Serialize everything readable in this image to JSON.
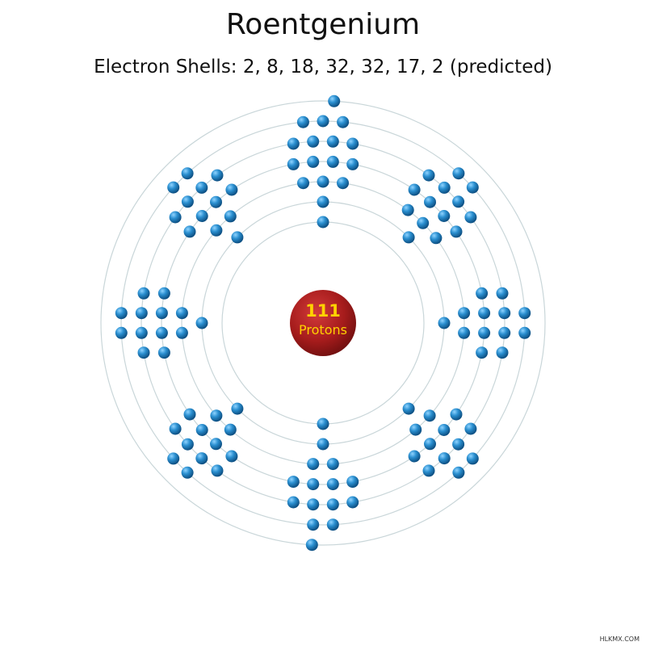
{
  "element": {
    "name": "Roentgenium",
    "shells_text": "Electron Shells: 2, 8, 18, 32, 32, 17, 2 (predicted)",
    "protons": "111",
    "protons_label": "Protons"
  },
  "electron_shells": [
    2,
    8,
    18,
    32,
    32,
    17,
    2
  ],
  "colors": {
    "electron": "#1f77b4",
    "nucleus": "#a61c1c",
    "proton_number": "#ffd200",
    "proton_label": "#ffd200",
    "orbit": "#c9d6d9"
  },
  "watermark": "HLKMX.COM"
}
